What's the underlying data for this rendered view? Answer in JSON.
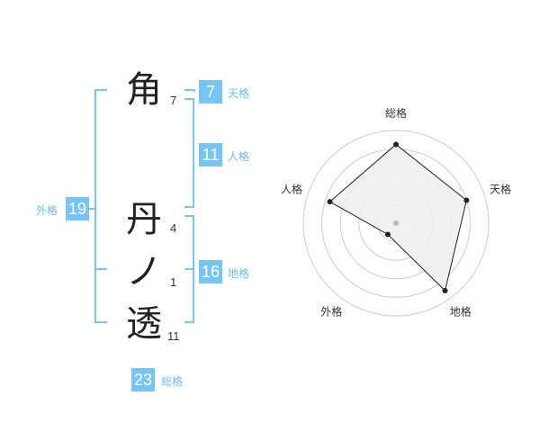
{
  "name": {
    "chars": [
      {
        "char": "角",
        "strokes": "7"
      },
      {
        "char": "丹",
        "strokes": "4"
      },
      {
        "char": "ノ",
        "strokes": "1"
      },
      {
        "char": "透",
        "strokes": "11"
      }
    ]
  },
  "fortune": {
    "tenkaku": {
      "label": "天格",
      "value": "7"
    },
    "jinkaku": {
      "label": "人格",
      "value": "11"
    },
    "chikaku": {
      "label": "地格",
      "value": "16"
    },
    "gaikaku": {
      "label": "外格",
      "value": "19"
    },
    "soukaku": {
      "label": "総格",
      "value": "23"
    }
  },
  "colors": {
    "accent": "#77c5f5",
    "accent_text": "#6fbcea",
    "bracket": "#7cc3f0",
    "radar_fill": "#eeeeee",
    "radar_stroke": "#222222",
    "grid": "#cccccc"
  },
  "chart_data": {
    "type": "radar",
    "axes": [
      "総格",
      "天格",
      "地格",
      "外格",
      "人格"
    ],
    "values": [
      0.85,
      0.8,
      0.9,
      0.15,
      0.75
    ],
    "rings": 5
  }
}
